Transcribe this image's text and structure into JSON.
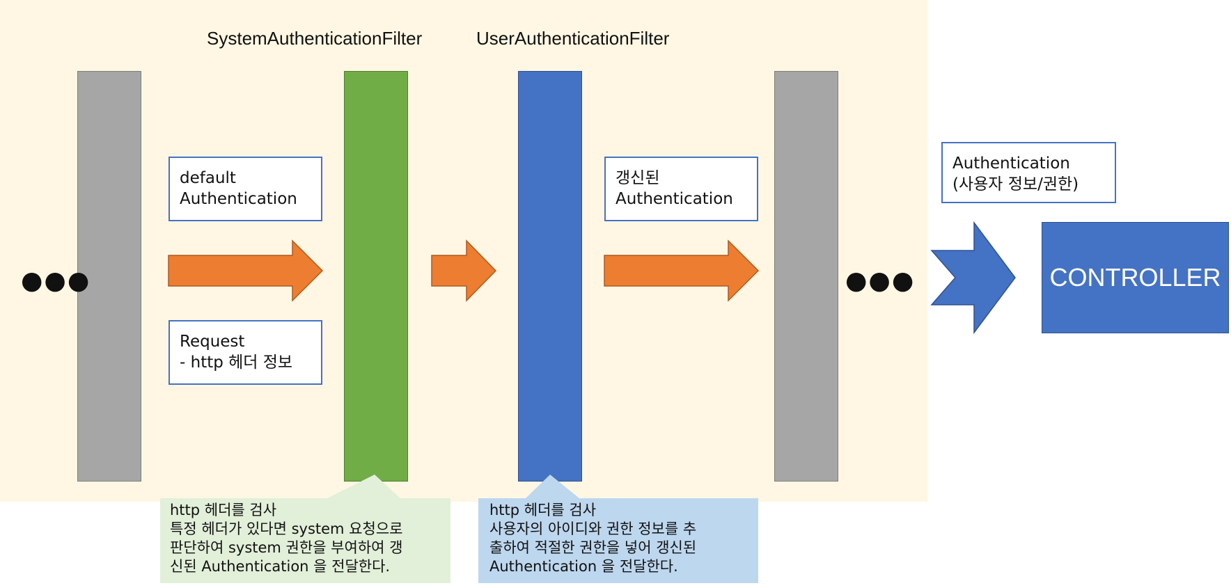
{
  "filters": {
    "system_title": "SystemAuthenticationFilter",
    "user_title": "UserAuthenticationFilter"
  },
  "boxes": {
    "default_auth": "default\nAuthentication",
    "request": "Request\n- http 헤더 정보",
    "updated_auth": "갱신된\nAuthentication",
    "user_auth": "Authentication\n(사용자 정보/권한)"
  },
  "ellipsis": {
    "left": "●●●",
    "right": "●●●"
  },
  "callouts": {
    "system": "http 헤더를 검사\n특정 헤더가 있다면 system 요청으로\n판단하여 system 권한을 부여하여 갱\n신된 Authentication 을 전달한다.",
    "user": "http 헤더를 검사\n사용자의 아이디와 권한 정보를 추\n출하여 적절한 권한을 넣어 갱신된\nAuthentication 을 전달한다."
  },
  "controller": {
    "label": "CONTROLLER"
  },
  "colors": {
    "background_region": "#fff7e3",
    "gray_filter": "#a6a6a6",
    "system_filter": "#70ad47",
    "user_filter": "#4472c4",
    "arrow": "#ed7d31",
    "controller": "#4472c4",
    "callout_green": "#e2efd9",
    "callout_blue": "#bdd7ee"
  }
}
